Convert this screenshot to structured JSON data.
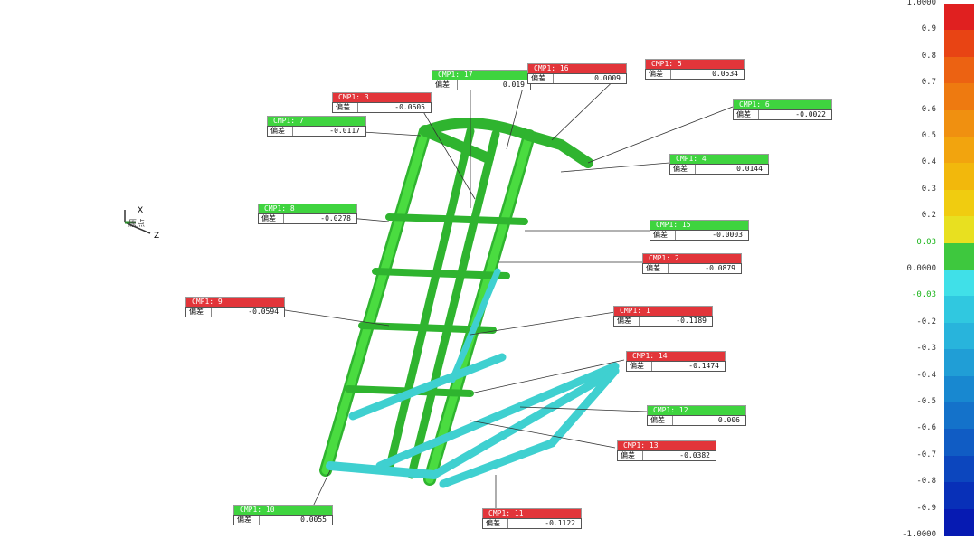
{
  "callouts": [
    {
      "id": "CMP1: 17",
      "label": "偏差",
      "value": "0.019",
      "status": "green"
    },
    {
      "id": "CMP1: 16",
      "label": "偏差",
      "value": "0.0009",
      "status": "red"
    },
    {
      "id": "CMP1: 5",
      "label": "偏差",
      "value": "0.0534",
      "status": "red"
    },
    {
      "id": "CMP1: 3",
      "label": "偏差",
      "value": "-0.0605",
      "status": "red"
    },
    {
      "id": "CMP1: 6",
      "label": "偏差",
      "value": "-0.0022",
      "status": "green"
    },
    {
      "id": "CMP1: 7",
      "label": "偏差",
      "value": "-0.0117",
      "status": "green"
    },
    {
      "id": "CMP1: 4",
      "label": "偏差",
      "value": "0.0144",
      "status": "green"
    },
    {
      "id": "CMP1: 8",
      "label": "偏差",
      "value": "-0.0278",
      "status": "green"
    },
    {
      "id": "CMP1: 15",
      "label": "偏差",
      "value": "-0.0003",
      "status": "green"
    },
    {
      "id": "CMP1: 2",
      "label": "偏差",
      "value": "-0.0879",
      "status": "red"
    },
    {
      "id": "CMP1: 9",
      "label": "偏差",
      "value": "-0.0594",
      "status": "red"
    },
    {
      "id": "CMP1: 1",
      "label": "偏差",
      "value": "-0.1189",
      "status": "red"
    },
    {
      "id": "CMP1: 14",
      "label": "偏差",
      "value": "-0.1474",
      "status": "red"
    },
    {
      "id": "CMP1: 12",
      "label": "偏差",
      "value": "0.006",
      "status": "green"
    },
    {
      "id": "CMP1: 13",
      "label": "偏差",
      "value": "-0.0382",
      "status": "red"
    },
    {
      "id": "CMP1: 10",
      "label": "偏差",
      "value": "0.0055",
      "status": "green"
    },
    {
      "id": "CMP1: 11",
      "label": "偏差",
      "value": "-0.1122",
      "status": "red"
    }
  ],
  "scale": {
    "ticks": [
      "1.0000",
      "0.9",
      "0.8",
      "0.7",
      "0.6",
      "0.5",
      "0.4",
      "0.3",
      "0.2",
      "0.03",
      "0.0000",
      "-0.03",
      "-0.2",
      "-0.3",
      "-0.4",
      "-0.5",
      "-0.6",
      "-0.7",
      "-0.8",
      "-0.9",
      "-1.0000"
    ],
    "colors": [
      "#e02020",
      "#e84414",
      "#ec6212",
      "#ee7a10",
      "#f09010",
      "#f2a40e",
      "#f2b80c",
      "#f0cc10",
      "#e8e020",
      "#3ec83e",
      "#40e0e8",
      "#30c8e0",
      "#28b4dc",
      "#209ed6",
      "#1888d0",
      "#1472ca",
      "#105cc4",
      "#0c46be",
      "#0830b8",
      "#061ab2",
      "#0000ff"
    ]
  },
  "axis": {
    "x": "X",
    "z": "Z",
    "label": "原点"
  }
}
